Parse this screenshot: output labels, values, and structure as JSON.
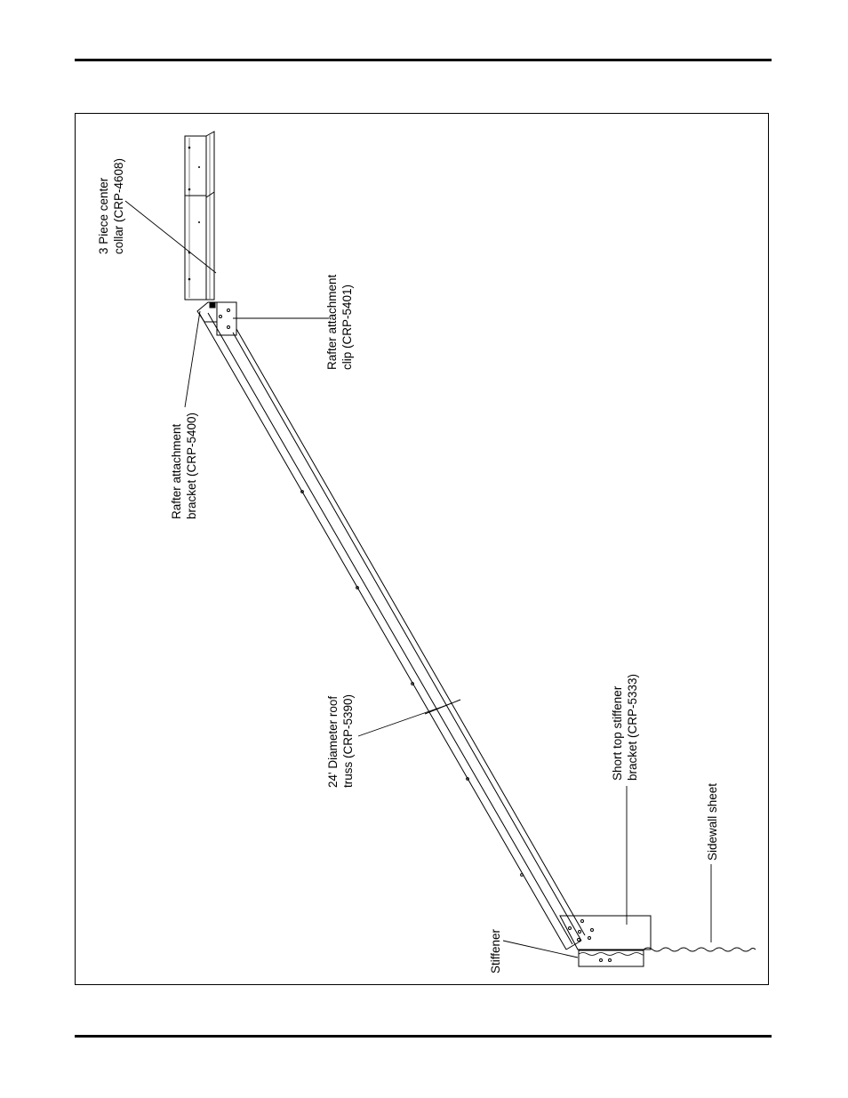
{
  "labels": {
    "center_collar": {
      "line1": "3 Piece center",
      "line2": "collar (CRP-4608)"
    },
    "attachment_clip": {
      "line1": "Rafter attachment",
      "line2": "clip (CRP-5401)"
    },
    "attachment_bracket": {
      "line1": "Rafter attachment",
      "line2": "bracket (CRP-5400)"
    },
    "roof_truss": {
      "line1": "24' Diameter roof",
      "line2": "truss (CRP-5390)"
    },
    "stiffener_bracket": {
      "line1": "Short top stiffener",
      "line2": "bracket (CRP-5333)"
    },
    "sidewall_sheet": {
      "line1": "Sidewall sheet"
    },
    "stiffener": {
      "line1": "Stiffener"
    }
  }
}
